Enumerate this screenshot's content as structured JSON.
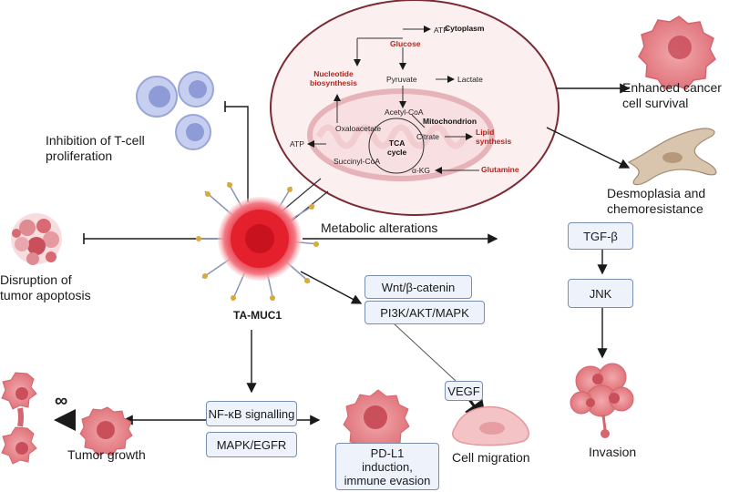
{
  "labels": {
    "tcell": "Inhibition of T-cell\nproliferation",
    "apoptosis": "Disruption of\ntumor apoptosis",
    "tamuc1": "TA-MUC1",
    "metabolic": "Metabolic alterations",
    "enhanced": "Enhanced cancer\ncell survival",
    "desmo": "Desmoplasia and\nchemoresistance",
    "tumor_growth": "Tumor growth",
    "infinity": "∞",
    "cell_migration": "Cell migration",
    "invasion": "Invasion"
  },
  "boxes": {
    "wnt": "Wnt/β-catenin",
    "pi3k": "PI3K/AKT/MAPK",
    "vegf": "VEGF",
    "nfkb": "NF-κB signalling",
    "mapk_egfr": "MAPK/EGFR",
    "pdl1": "PD-L1\ninduction,\nimmune evasion",
    "tgfb": "TGF-β",
    "jnk": "JNK"
  },
  "metabolism": {
    "cytoplasm": "Cytoplasm",
    "glucose": "Glucose",
    "atp_top": "ATP",
    "nucleotide": "Nucleotide\nbiosynthesis",
    "pyruvate": "Pyruvate",
    "lactate": "Lactate",
    "acetyl_coa": "Acetyl-CoA",
    "mitochondrion": "Mitochondrion",
    "oxaloacetate": "Oxaloacetate",
    "citrate": "Citrate",
    "lipid": "Lipid\nsynthesis",
    "atp_left": "ATP",
    "tca": "TCA\ncycle",
    "succinyl": "Succinyl-CoA",
    "akg": "α-KG",
    "glutamine": "Glutamine"
  },
  "colors": {
    "arrow": "#1a1a1a",
    "box_fill": "#eef3fb",
    "box_border": "#7a8fb0",
    "metabolite_red": "#b3261e",
    "cell_pink": "#e88a8f",
    "tcell_blue": "#b9c3ec"
  }
}
